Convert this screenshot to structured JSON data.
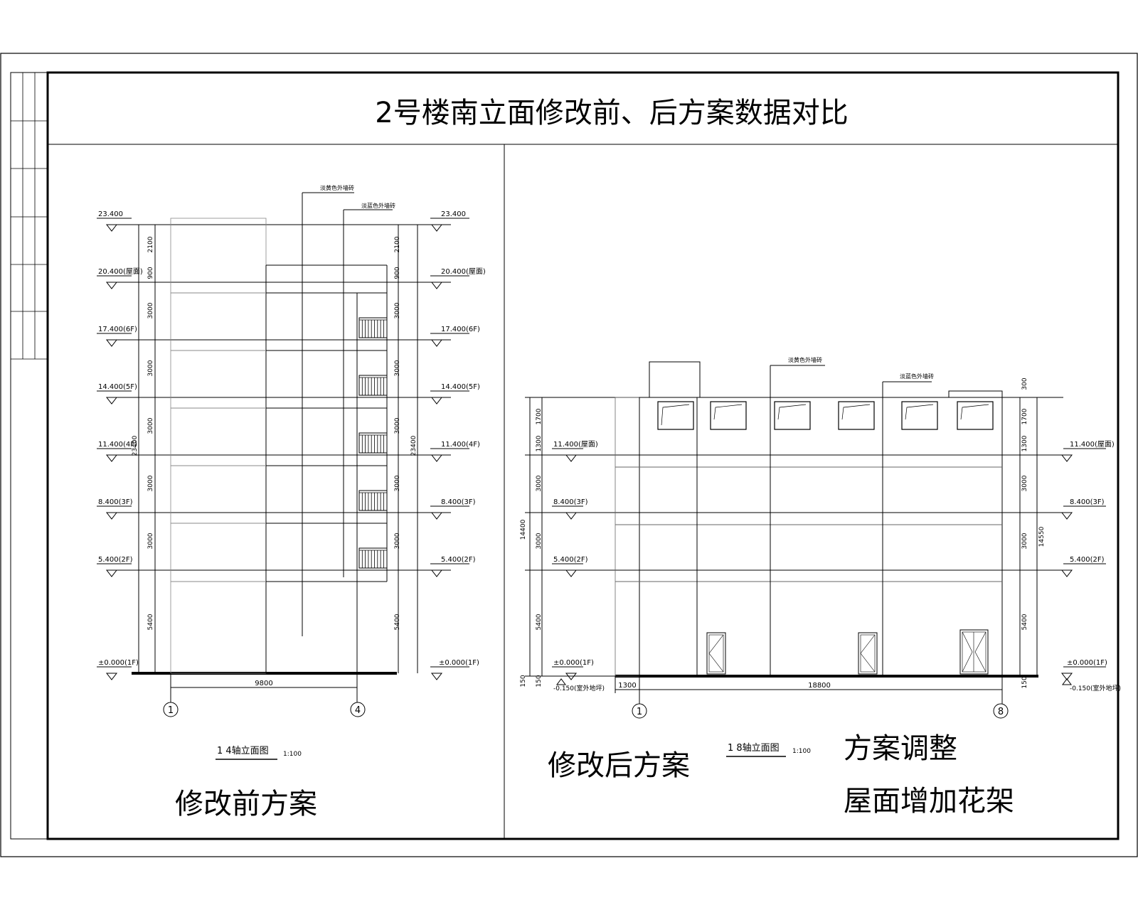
{
  "title": "2号楼南立面修改前、后方案数据对比",
  "left": {
    "callouts": [
      "淡黄色外墙砖",
      "淡蓝色外墙砖"
    ],
    "levels": [
      "23.400",
      "20.400(屋面)",
      "17.400(6F)",
      "14.400(5F)",
      "11.400(4F)",
      "8.400(3F)",
      "5.400(2F)",
      "±0.000(1F)"
    ],
    "dims": [
      "2100",
      "900",
      "3000",
      "3000",
      "3000",
      "3000",
      "3000",
      "5400"
    ],
    "total_height": "23400",
    "span": "9800",
    "axes": [
      "1",
      "4"
    ],
    "drawing_name": "1  4轴立面图",
    "scale": "1:100",
    "caption": "修改前方案"
  },
  "right": {
    "callouts": [
      "淡黄色外墙砖",
      "淡蓝色外墙砖"
    ],
    "levels": [
      "11.400(屋面)",
      "8.400(3F)",
      "5.400(2F)",
      "±0.000(1F)",
      "-0.150(室外地坪)"
    ],
    "dims_left": [
      "1700",
      "1300",
      "3000",
      "3000",
      "5400",
      "150",
      "150"
    ],
    "dims_right": [
      "300",
      "1700",
      "1300",
      "3000",
      "3000",
      "5400",
      "150"
    ],
    "total_left": "14400",
    "total_right": "14550",
    "span_small": "1300",
    "span": "18800",
    "axes": [
      "1",
      "8"
    ],
    "drawing_name": "1  8轴立面图",
    "scale": "1:100",
    "caption": "修改后方案",
    "note_1": "方案调整",
    "note_2": "屋面增加花架"
  }
}
